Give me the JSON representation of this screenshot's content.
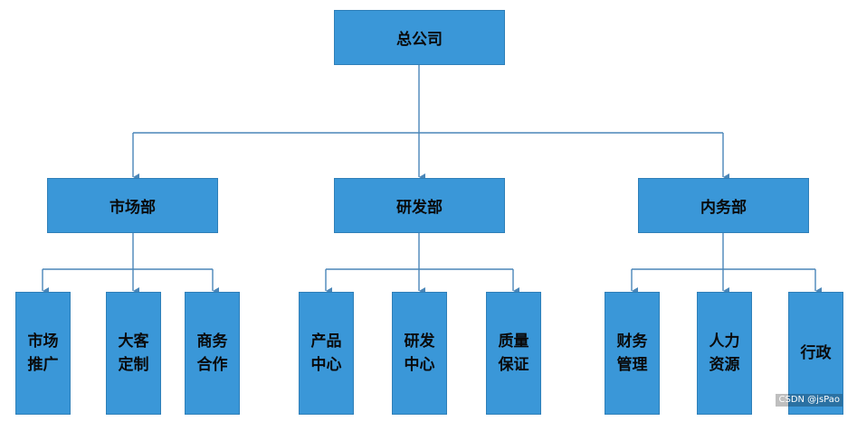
{
  "root": {
    "id": "root",
    "label": "总公司"
  },
  "departments": [
    {
      "id": "dept-market",
      "label": "市场部",
      "children": [
        {
          "id": "leaf-1",
          "lines": [
            "市场",
            "推广"
          ]
        },
        {
          "id": "leaf-2",
          "lines": [
            "大客",
            "定制"
          ]
        },
        {
          "id": "leaf-3",
          "lines": [
            "商务",
            "合作"
          ]
        }
      ]
    },
    {
      "id": "dept-rnd",
      "label": "研发部",
      "children": [
        {
          "id": "leaf-4",
          "lines": [
            "产品",
            "中心"
          ]
        },
        {
          "id": "leaf-5",
          "lines": [
            "研发",
            "中心"
          ]
        },
        {
          "id": "leaf-6",
          "lines": [
            "质量",
            "保证"
          ]
        }
      ]
    },
    {
      "id": "dept-internal",
      "label": "内务部",
      "children": [
        {
          "id": "leaf-7",
          "lines": [
            "财务",
            "管理"
          ]
        },
        {
          "id": "leaf-8",
          "lines": [
            "人力",
            "资源"
          ]
        },
        {
          "id": "leaf-9",
          "lines": [
            "行政"
          ]
        }
      ]
    }
  ],
  "watermark": "CSDN @jsPao",
  "colors": {
    "box_fill": "#3a97d8",
    "box_border": "#2f7fb8",
    "connector": "#4a86b8"
  }
}
